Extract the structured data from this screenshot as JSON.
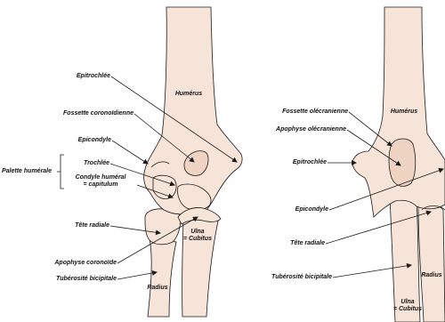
{
  "colors": {
    "bone": "#f7e4d8",
    "outline": "#1a1a1a",
    "line": "#1a1a1a"
  },
  "anterior": {
    "humerus": "Humérus",
    "epitrochlee": "Epitrochlée",
    "fossette_coronoidienne": "Fossette coronoïdienne",
    "epicondyle": "Epicondyle",
    "palette_humerale": "Palette humérale",
    "trochlee": "Trochlée",
    "condyle_line1": "Condyle huméral",
    "condyle_line2": "= capitulum",
    "tete_radiale": "Tête radiale",
    "ulna_line1": "Ulna",
    "ulna_line2": "= Cubitus",
    "apophyse_coronoide": "Apophyse coronoïde",
    "tuberosite_bicipitale": "Tubérosité bicipitale",
    "radius": "Radius"
  },
  "posterior": {
    "humerus": "Humérus",
    "fossette_olecranienne": "Fossette olécranienne",
    "apophyse_olecranienne": "Apophyse olécranienne",
    "epitrochlee": "Epitrochlée",
    "epicondyle": "Epicondyle",
    "tete_radiale": "Tête radiale",
    "tuberosite_bicipitale": "Tubérosité bicipitale",
    "radius": "Radius",
    "ulna_line1": "Ulna",
    "ulna_line2": "= Cubitus"
  }
}
